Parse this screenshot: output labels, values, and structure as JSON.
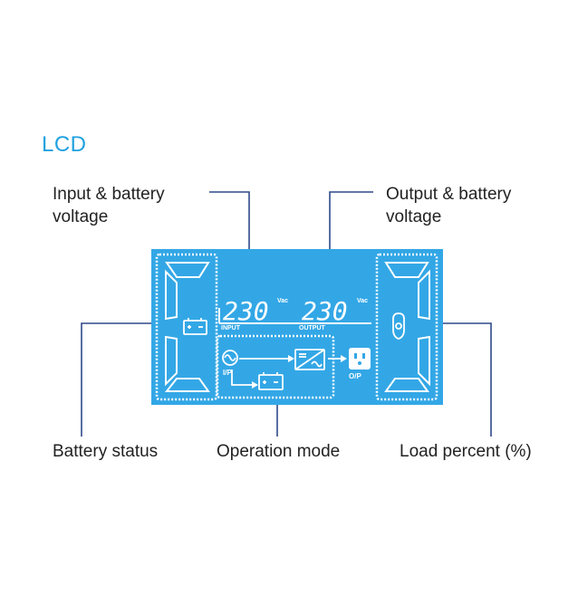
{
  "heading": "LCD",
  "callouts": {
    "input": {
      "line1": "Input & battery",
      "line2": "voltage"
    },
    "output": {
      "line1": "Output & battery",
      "line2": "voltage"
    },
    "battery": "Battery status",
    "operation": "Operation mode",
    "load": "Load percent (%)"
  },
  "lcd": {
    "input_value": "230",
    "input_unit": "Vac",
    "input_label": "INPUT",
    "output_value": "230",
    "output_unit": "Vac",
    "output_label": "OUTPUT",
    "ip_label": "I/P",
    "op_label": "O/P"
  },
  "colors": {
    "accent": "#1fa1e0",
    "panel": "#33a7e6",
    "segment": "#ffffff",
    "leader": "#2e4a8a",
    "text": "#222222"
  },
  "icons": [
    "battery-icon",
    "ac-wave-icon",
    "inverter-icon",
    "outlet-icon",
    "load-icon",
    "arrow-icon"
  ]
}
